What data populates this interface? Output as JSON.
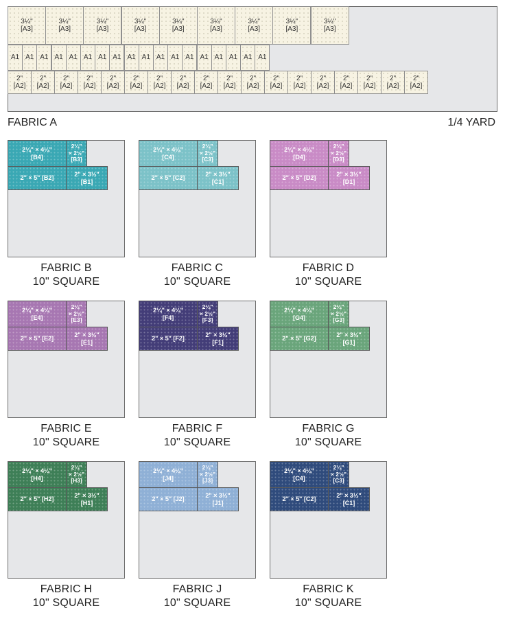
{
  "fabric_a": {
    "name": "FABRIC A",
    "size": "1/4 YARD",
    "a3_label": "3¼\"",
    "a3_code": "[A3]",
    "a3_count": 9,
    "a1_label": "A1",
    "a1_count": 18,
    "a2_label": "2\"",
    "a2_code": "[A2]",
    "a2_count": 18
  },
  "square_size": "10\" SQUARE",
  "fabrics": [
    {
      "name": "FABRIC B",
      "color": "#3aa8b4",
      "p4": "2¼\" × 4¼\"",
      "c4": "[B4]",
      "p3a": "2¼\"",
      "p3b": "× 2½\"",
      "c3": "[B3]",
      "p2": "2\" × 5\" [B2]",
      "p1": "2\" × 3½\"",
      "c1": "[B1]"
    },
    {
      "name": "FABRIC C",
      "color": "#7cc2c8",
      "p4": "2¼\" × 4¼\"",
      "c4": "[C4]",
      "p3a": "2¼\"",
      "p3b": "× 2½\"",
      "c3": "[C3]",
      "p2": "2\" × 5\" [C2]",
      "p1": "2\" × 3½\"",
      "c1": "[C1]"
    },
    {
      "name": "FABRIC D",
      "color": "#c98bc6",
      "p4": "2¼\" × 4¼\"",
      "c4": "[D4]",
      "p3a": "2¼\"",
      "p3b": "× 2½\"",
      "c3": "[D3]",
      "p2": "2\" × 5\" [D2]",
      "p1": "2\" × 3½\"",
      "c1": "[D1]"
    },
    {
      "name": "FABRIC E",
      "color": "#a777b2",
      "p4": "2¼\" × 4¼\"",
      "c4": "[E4]",
      "p3a": "2¼\"",
      "p3b": "× 2½\"",
      "c3": "[E3]",
      "p2": "2\" × 5\" [E2]",
      "p1": "2\" × 3½\"",
      "c1": "[E1]"
    },
    {
      "name": "FABRIC F",
      "color": "#433d78",
      "p4": "2¼\" × 4¼\"",
      "c4": "[F4]",
      "p3a": "2¼\"",
      "p3b": "× 2½\"",
      "c3": "[F3]",
      "p2": "2\" × 5\" [F2]",
      "p1": "2\" × 3½\"",
      "c1": "[F1]"
    },
    {
      "name": "FABRIC G",
      "color": "#6aa57b",
      "p4": "2¼\" × 4¼\"",
      "c4": "[G4]",
      "p3a": "2¼\"",
      "p3b": "× 2½\"",
      "c3": "[G3]",
      "p2": "2\" × 5\" [G2]",
      "p1": "2\" × 3½\"",
      "c1": "[G1]"
    },
    {
      "name": "FABRIC H",
      "color": "#3e7f57",
      "p4": "2¼\" × 4¼\"",
      "c4": "[H4]",
      "p3a": "2¼\"",
      "p3b": "× 2½\"",
      "c3": "[H3]",
      "p2": "2\" × 5\" [H2]",
      "p1": "2\" × 3½\"",
      "c1": "[H1]"
    },
    {
      "name": "FABRIC J",
      "color": "#8fb0d6",
      "p4": "2¼\" × 4¼\"",
      "c4": "[J4]",
      "p3a": "2¼\"",
      "p3b": "× 2½\"",
      "c3": "[J3]",
      "p2": "2\" × 5\" [J2]",
      "p1": "2\" × 3½\"",
      "c1": "[J1]"
    },
    {
      "name": "FABRIC K",
      "color": "#2f4b7c",
      "p4": "2¼\" × 4¼\"",
      "c4": "[C4]",
      "p3a": "2¼\"",
      "p3b": "× 2½\"",
      "c3": "[C3]",
      "p2": "2\" × 5\" [C2]",
      "p1": "2\" × 3½\"",
      "c1": "[C1]"
    }
  ]
}
